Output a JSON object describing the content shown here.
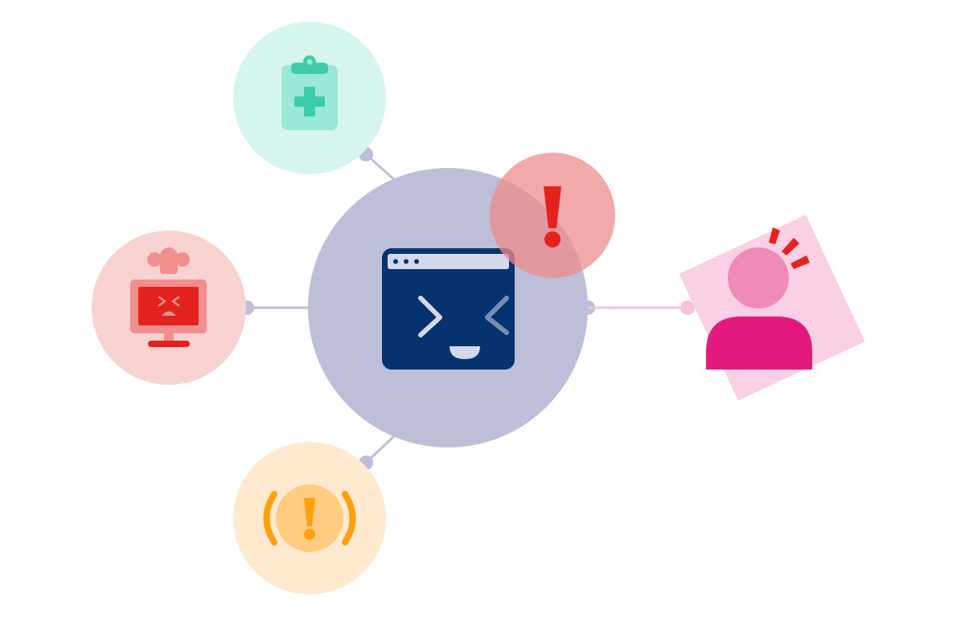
{
  "diagram": {
    "center_node": {
      "icon": "terminal-window-happy-face-icon",
      "alert_badge_icon": "exclamation-alert-icon"
    },
    "satellites": [
      {
        "id": "health",
        "icon": "medical-clipboard-icon"
      },
      {
        "id": "computer",
        "icon": "frustrated-computer-monitor-icon"
      },
      {
        "id": "warning",
        "icon": "brake-warning-icon"
      },
      {
        "id": "user",
        "icon": "stressed-user-icon"
      }
    ],
    "colors": {
      "hub": "#bcbfd7",
      "connector": "#bcbfd7",
      "connector_user": "#f6c4d9",
      "terminal": "#05336f",
      "terminal_bar": "#d4d8ea",
      "alert_bg": "#ee8c8c",
      "alert_mark": "#e5221e",
      "health_bg": "#d6f5ee",
      "health_clip": "#9ae8d6",
      "health_mark": "#3dcba8",
      "computer_bg": "#f8d2d1",
      "computer_frame": "#f18f8f",
      "computer_screen": "#e32220",
      "warning_bg": "#ffead0",
      "warning_circle": "#ffcc80",
      "warning_mark": "#ff9f0f",
      "user_bg": "#f9d0e4",
      "user_head": "#f08ab7",
      "user_body": "#e31a7b",
      "user_stress": "#e5221e"
    }
  }
}
